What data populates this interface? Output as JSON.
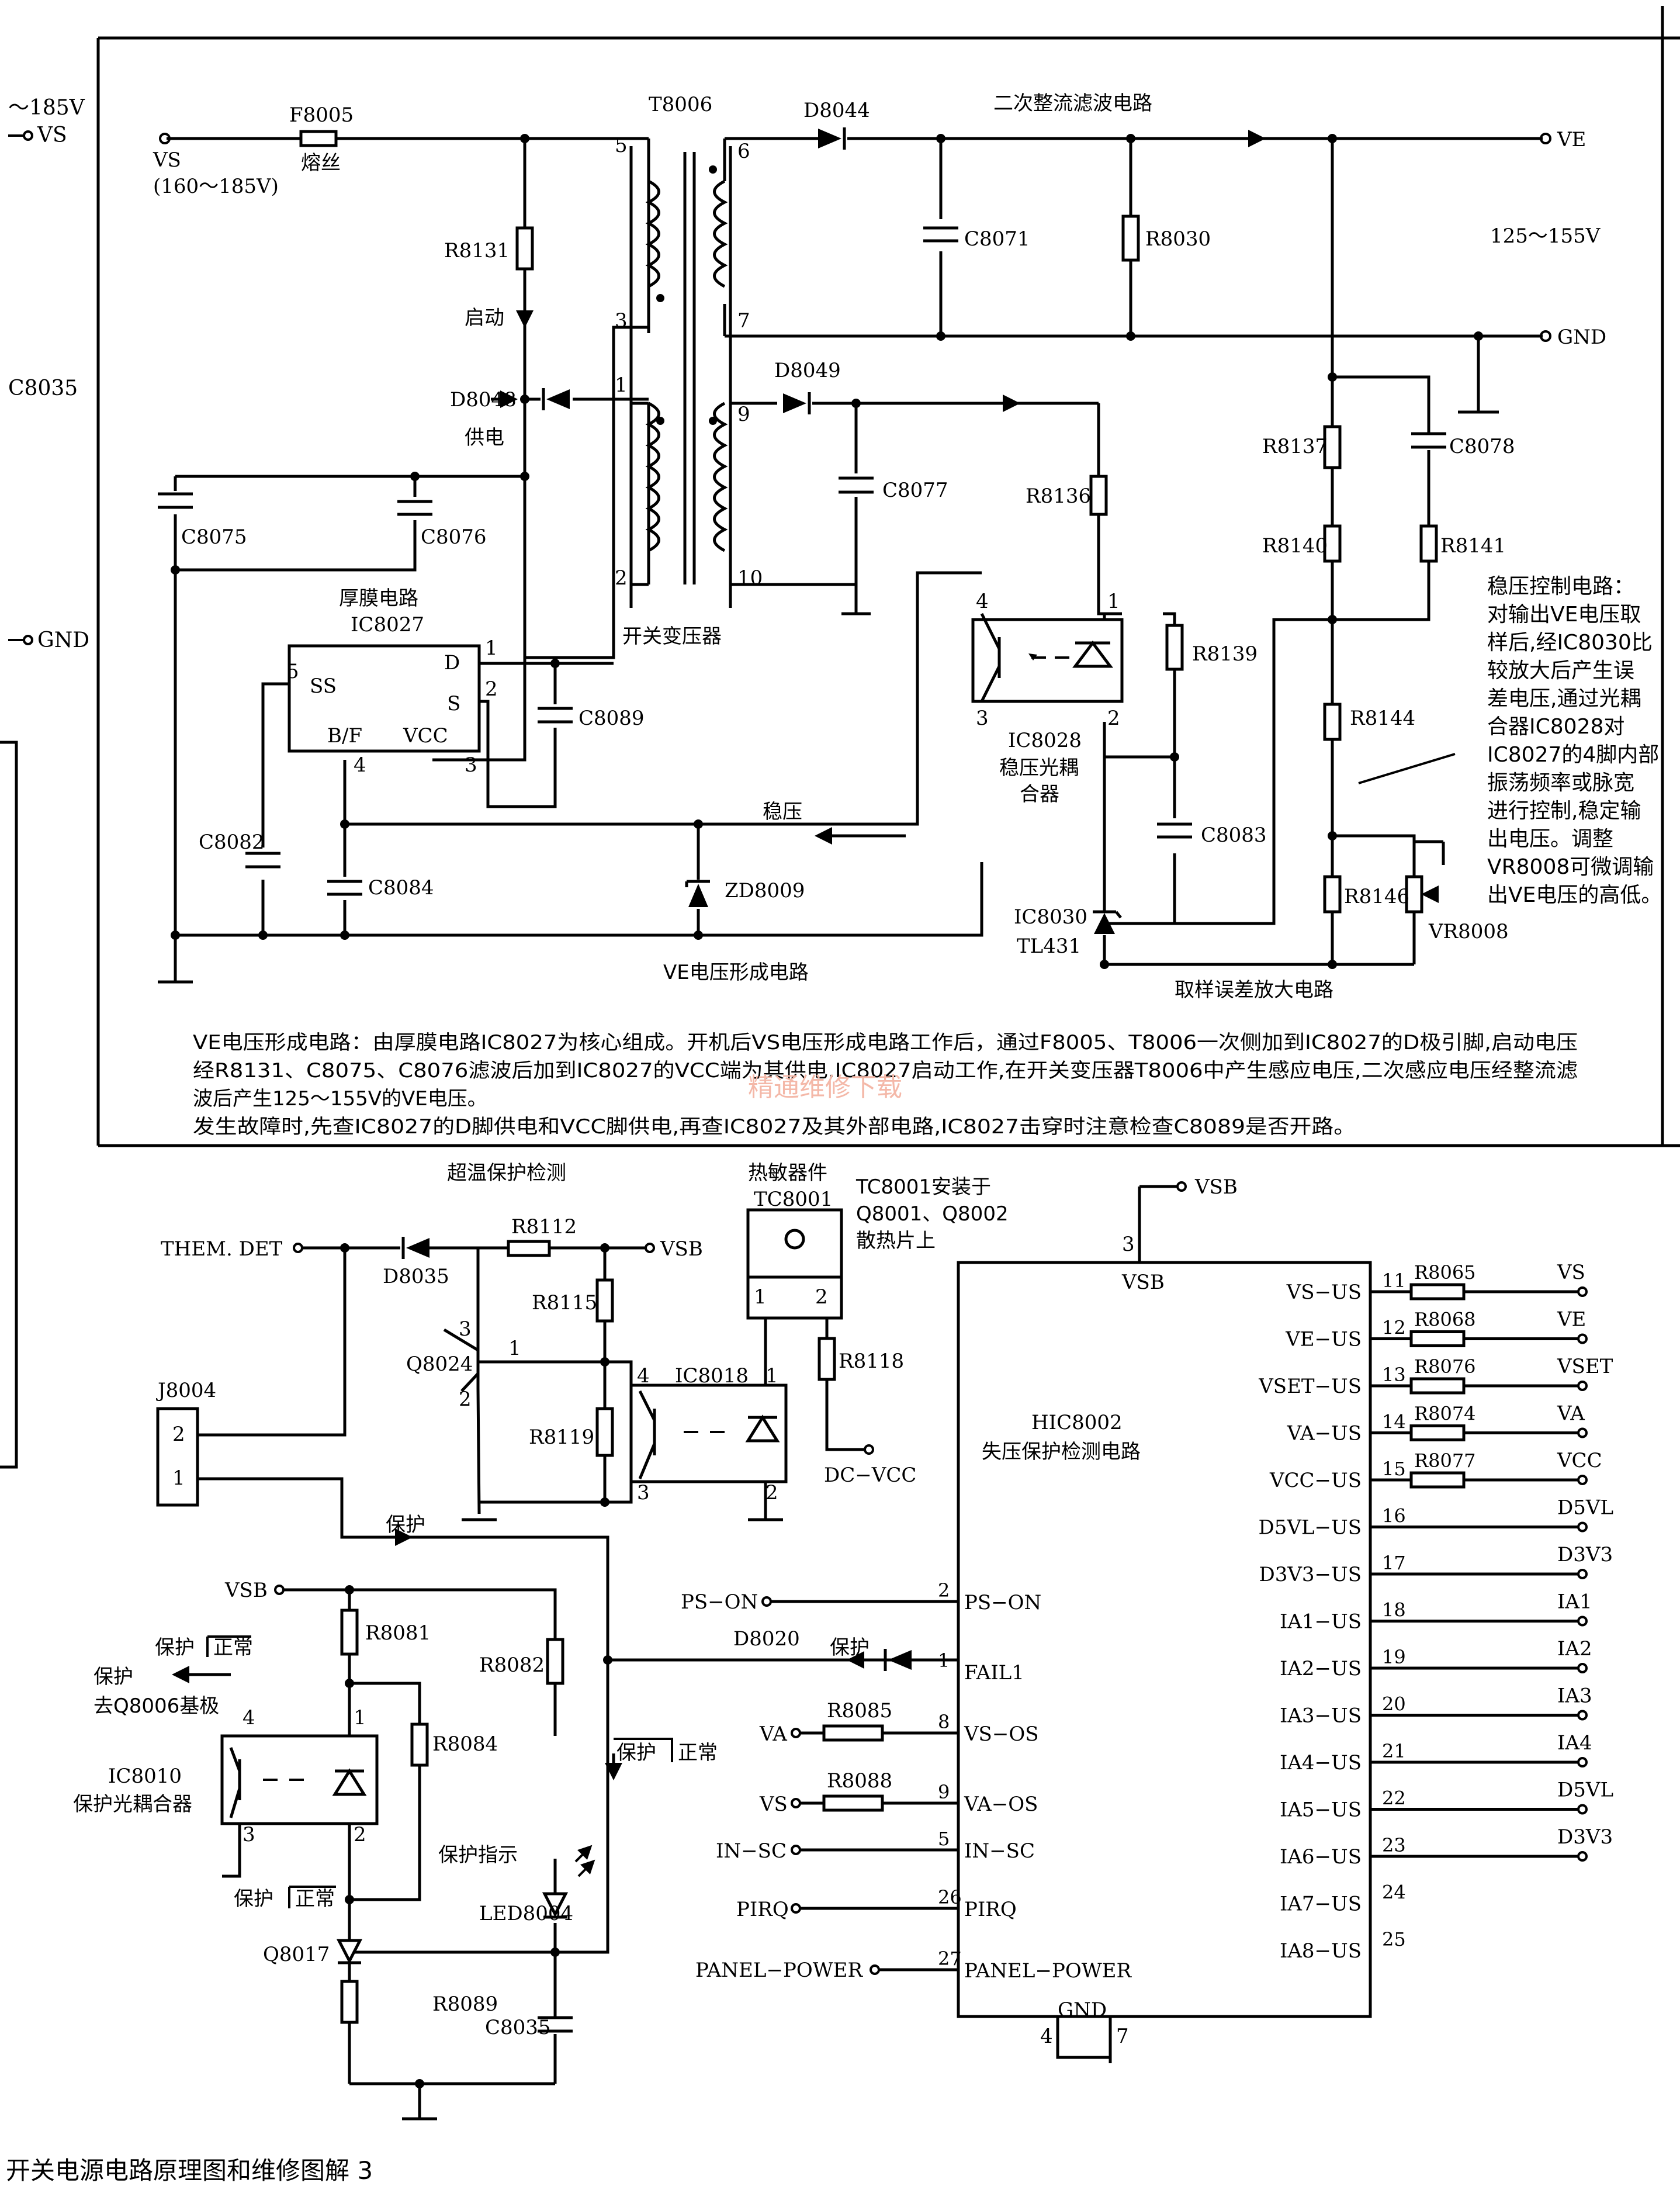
{
  "footer": "开关电源电路原理图和维修图解 3",
  "watermark": "精通维修下载",
  "left_margin": {
    "v185": "～185V",
    "vs": "VS",
    "c8035": "C8035",
    "gnd": "GND"
  },
  "top": {
    "vs_label": "VS",
    "vs_range": "(160～185V)",
    "f8005": "F8005",
    "fuse": "熔丝",
    "t8006": "T8006",
    "transformer": "开关变压器",
    "d8044": "D8044",
    "section_secondary": "二次整流滤波电路",
    "ve": "VE",
    "ve_range": "125～155V",
    "gnd": "GND",
    "c8071": "C8071",
    "r8030": "R8030",
    "r8131": "R8131",
    "start": "启动",
    "d8048": "D8048",
    "supply": "供电",
    "c8075": "C8075",
    "c8076": "C8076",
    "thickfilm": "厚膜电路",
    "ic8027": "IC8027",
    "pin_d": "D",
    "pin_s": "S",
    "pin_ss": "SS",
    "pin_bf": "B/F",
    "pin_vcc": "VCC",
    "p1": "1",
    "p2": "2",
    "p3": "3",
    "p4": "4",
    "p5": "5",
    "p6": "6",
    "p7": "7",
    "p9": "9",
    "p10": "10",
    "c8089": "C8089",
    "c8082": "C8082",
    "c8084": "C8084",
    "zd8009": "ZD8009",
    "d8049": "D8049",
    "c8077": "C8077",
    "r8136": "R8136",
    "ic8028": "IC8028",
    "ic8028_desc1": "稳压光耦",
    "ic8028_desc2": "合器",
    "r8139": "R8139",
    "c8083": "C8083",
    "ic8030": "IC8030",
    "tl431": "TL431",
    "r8137": "R8137",
    "r8140": "R8140",
    "r8141": "R8141",
    "c8078": "C8078",
    "r8144": "R8144",
    "r8146": "R8146",
    "vr8008": "VR8008",
    "stabilize": "稳压",
    "section_ve": "VE电压形成电路",
    "section_err": "取样误差放大电路",
    "note": [
      "稳压控制电路：",
      "对输出VE电压取",
      "样后,经IC8030比",
      "较放大后产生误",
      "差电压,通过光耦",
      "合器IC8028对",
      "IC8027的4脚内部",
      "振荡频率或脉宽",
      "进行控制,稳定输",
      "出电压。调整",
      "VR8008可微调输",
      "出VE电压的高低。"
    ],
    "desc": [
      "VE电压形成电路：由厚膜电路IC8027为核心组成。开机后VS电压形成电路工作后，通过F8005、T8006一次侧加到IC8027的D极引脚,启动电压",
      "经R8131、C8075、C8076滤波后加到IC8027的VCC端为其供电,IC8027启动工作,在开关变压器T8006中产生感应电压,二次感应电压经整流滤",
      "波后产生125～155V的VE电压。",
      "发生故障时,先查IC8027的D脚供电和VCC脚供电,再查IC8027及其外部电路,IC8027击穿时注意检查C8089是否开路。"
    ]
  },
  "bottom": {
    "overtemp": "超温保护检测",
    "them_det": "THEM. DET",
    "d8035": "D8035",
    "r8112": "R8112",
    "vsb": "VSB",
    "r8115": "R8115",
    "q8024": "Q8024",
    "r8119": "R8119",
    "ic8018": "IC8018",
    "thermistor": "热敏器件",
    "tc8001": "TC8001",
    "tc_note1": "TC8001安装于",
    "tc_note2": "Q8001、Q8002",
    "tc_note3": "散热片上",
    "r8118": "R8118",
    "dc_vcc": "DC−VCC",
    "j8004": "J8004",
    "protect": "保护",
    "normal": "正常",
    "r8081": "R8081",
    "r8082": "R8082",
    "r8084": "R8084",
    "protect_to": "去Q8006基极",
    "ic8010": "IC8010",
    "ic8010_desc": "保护光耦合器",
    "led_label": "保护指示",
    "led8004": "LED8004",
    "q8017": "Q8017",
    "r8089": "R8089",
    "c8035": "C8035",
    "ps_on": "PS−ON",
    "d8020": "D8020",
    "va": "VA",
    "vs": "VS",
    "r8085": "R8085",
    "r8088": "R8088",
    "in_sc": "IN−SC",
    "pirq": "PIRQ",
    "panel_power": "PANEL−POWER",
    "hic_vsb": "VSB",
    "hic_gnd": "GND",
    "hic_name": "HIC8002",
    "hic_desc": "失压保护检测电路",
    "hic_left": [
      {
        "pin": "2",
        "name": "PS−ON"
      },
      {
        "pin": "1",
        "name": "FAIL1"
      },
      {
        "pin": "8",
        "name": "VS−OS"
      },
      {
        "pin": "9",
        "name": "VA−OS"
      },
      {
        "pin": "5",
        "name": "IN−SC"
      },
      {
        "pin": "26",
        "name": "PIRQ"
      },
      {
        "pin": "27",
        "name": "PANEL−POWER"
      }
    ],
    "hic_right": [
      {
        "pin": "11",
        "name": "VS−US",
        "res": "R8065",
        "net": "VS"
      },
      {
        "pin": "12",
        "name": "VE−US",
        "res": "R8068",
        "net": "VE"
      },
      {
        "pin": "13",
        "name": "VSET−US",
        "res": "R8076",
        "net": "VSET"
      },
      {
        "pin": "14",
        "name": "VA−US",
        "res": "R8074",
        "net": "VA"
      },
      {
        "pin": "15",
        "name": "VCC−US",
        "res": "R8077",
        "net": "VCC"
      },
      {
        "pin": "16",
        "name": "D5VL−US",
        "res": "",
        "net": "D5VL"
      },
      {
        "pin": "17",
        "name": "D3V3−US",
        "res": "",
        "net": "D3V3"
      },
      {
        "pin": "18",
        "name": "IA1−US",
        "res": "",
        "net": "IA1"
      },
      {
        "pin": "19",
        "name": "IA2−US",
        "res": "",
        "net": "IA2"
      },
      {
        "pin": "20",
        "name": "IA3−US",
        "res": "",
        "net": "IA3"
      },
      {
        "pin": "21",
        "name": "IA4−US",
        "res": "",
        "net": "IA4"
      },
      {
        "pin": "22",
        "name": "IA5−US",
        "res": "",
        "net": "D5VL"
      },
      {
        "pin": "23",
        "name": "IA6−US",
        "res": "",
        "net": "D3V3"
      },
      {
        "pin": "24",
        "name": "IA7−US",
        "res": "",
        "net": ""
      },
      {
        "pin": "25",
        "name": "IA8−US",
        "res": "",
        "net": ""
      }
    ]
  }
}
